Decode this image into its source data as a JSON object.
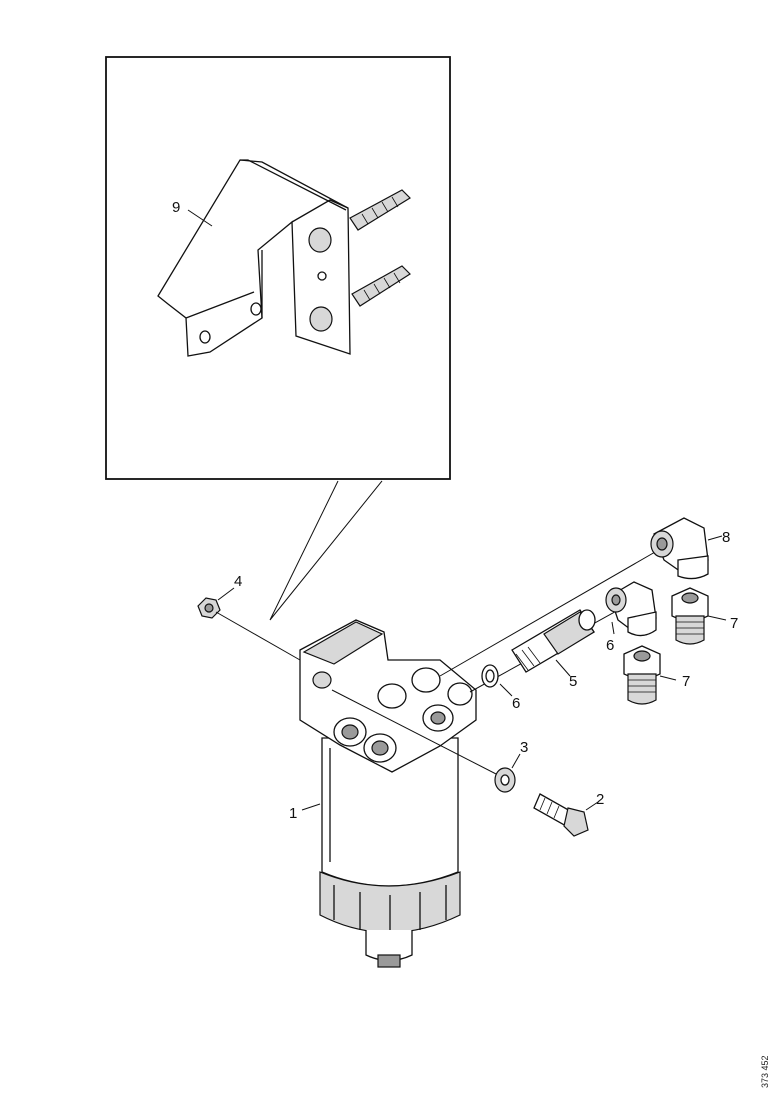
{
  "callouts": {
    "c1": "1",
    "c2": "2",
    "c3": "3",
    "c4": "4",
    "c5": "5",
    "c6a": "6",
    "c6b": "6",
    "c7a": "7",
    "c7b": "7",
    "c8": "8",
    "c9": "9"
  },
  "figure_number": "373 452",
  "colors": {
    "line": "#111111",
    "shade": "#d8d8d8",
    "dark": "#9a9a9a",
    "background": "#ffffff"
  }
}
